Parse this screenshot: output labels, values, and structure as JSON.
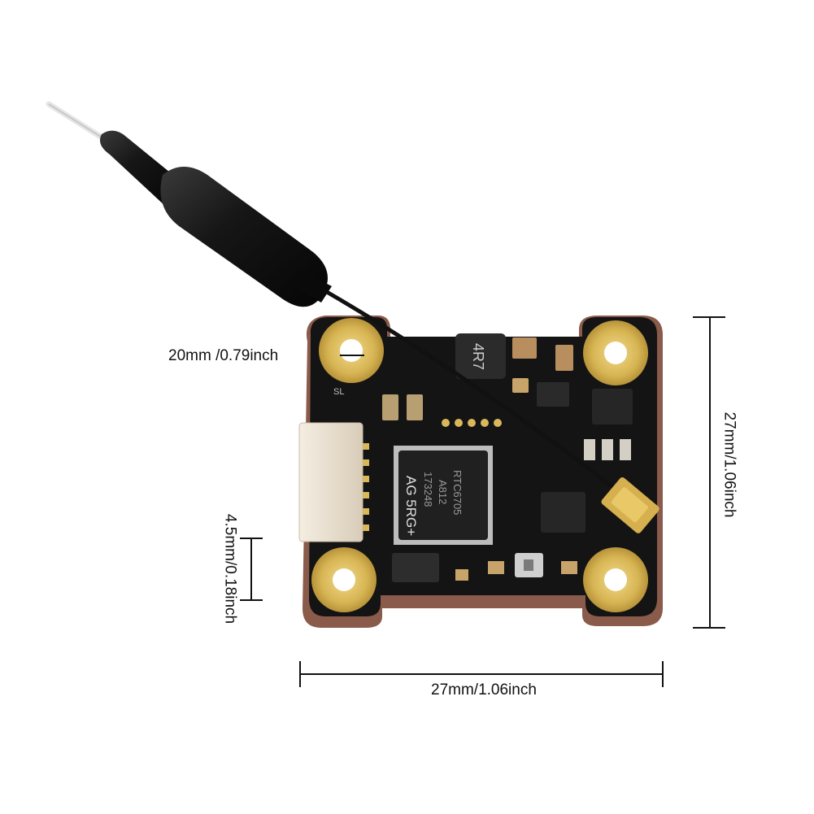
{
  "dimensions": {
    "antenna_spacing": "20mm /0.79inch",
    "board_height": "27mm/1.06inch",
    "board_width": "27mm/1.06inch",
    "connector_height": "4.5mm/0.18inch"
  },
  "chip_markings": {
    "main_chip": [
      "RTC6705",
      "A812",
      "173248"
    ],
    "inductor": "4R7",
    "silk_left": "AG 5RG+",
    "silk_top": "SL"
  },
  "colors": {
    "pcb": "#141414",
    "gold": "#d8b85a",
    "connector": "#ece3d4",
    "dimension_lines": "#111111"
  }
}
